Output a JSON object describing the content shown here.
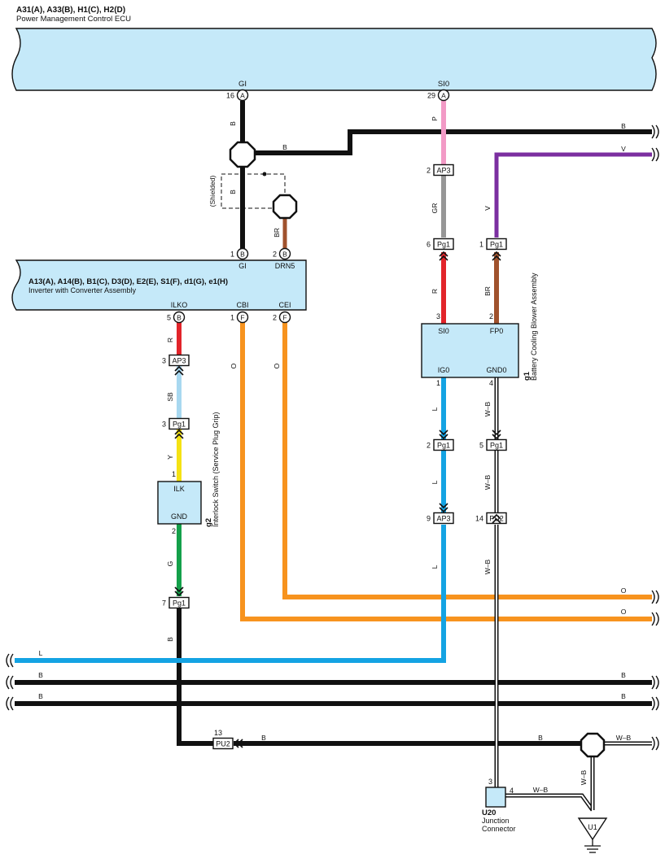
{
  "components": {
    "ecu": {
      "codes": "A31(A), A33(B), H1(C), H2(D)",
      "name": "Power Management Control ECU",
      "pins": {
        "gi": "GI",
        "si0": "SI0"
      }
    },
    "inverter": {
      "codes": "A13(A), A14(B), B1(C), D3(D), E2(E), S1(F), d1(G), e1(H)",
      "name": "Inverter with Converter Assembly",
      "pins": {
        "gi": "GI",
        "drn5": "DRN5",
        "ilko": "ILKO",
        "cbi": "CBI",
        "cei": "CEI"
      }
    },
    "blower": {
      "code": "g1",
      "name": "Battery Cooling Blower Assembly",
      "pins": {
        "si0": "SI0",
        "fp0": "FP0",
        "ig0": "IG0",
        "gnd0": "GND0"
      }
    },
    "interlock": {
      "code": "g2",
      "name": "Interlock Switch (Service Plug Grip)",
      "pins": {
        "ilk": "ILK",
        "gnd": "GND"
      }
    },
    "junction": {
      "code": "U20",
      "name_line1": "Junction",
      "name_line2": "Connector"
    },
    "ground": {
      "code": "U1"
    },
    "shield_label": "(Shielded)"
  },
  "pin_numbers": {
    "ecu_gi": "16",
    "ecu_si0": "29",
    "inv_gi": "1",
    "inv_drn5": "2",
    "inv_ilko": "5",
    "inv_cbi": "1",
    "inv_cei": "2",
    "bl_si0": "3",
    "bl_fp0": "2",
    "bl_ig0": "1",
    "bl_gnd0": "4",
    "ilk": "1",
    "gnd": "2",
    "ju_3": "3",
    "ju_4": "4"
  },
  "connector_letters": {
    "ecu_gi": "A",
    "ecu_si0": "A",
    "inv_gi": "B",
    "inv_drn5": "B",
    "inv_ilko": "B",
    "inv_cbi": "F",
    "inv_cei": "F"
  },
  "connectors": [
    {
      "num": "2",
      "name": "AP3"
    },
    {
      "num": "6",
      "name": "Pg1"
    },
    {
      "num": "1",
      "name": "Pg1"
    },
    {
      "num": "3",
      "name": "AP3"
    },
    {
      "num": "3",
      "name": "Pg1"
    },
    {
      "num": "7",
      "name": "Pg1"
    },
    {
      "num": "2",
      "name": "Pg1"
    },
    {
      "num": "5",
      "name": "Pg1"
    },
    {
      "num": "9",
      "name": "AP3"
    },
    {
      "num": "14",
      "name": "PU2"
    },
    {
      "num": "13",
      "name": "PU2"
    }
  ],
  "wire_labels": {
    "gi_up": "B",
    "gi_shield": "B",
    "h_b": "B",
    "top_b_right": "B",
    "top_v_right": "V",
    "p": "P",
    "gr": "GR",
    "v": "V",
    "br_drn": "BR",
    "r_si0": "R",
    "br_fp0": "BR",
    "r_ilko": "R",
    "sb": "SB",
    "y": "Y",
    "g": "G",
    "b_down": "B",
    "o_cbi": "O",
    "o_cei": "O",
    "o_right1": "O",
    "o_right2": "O",
    "l_1": "L",
    "l_2": "L",
    "l_3": "L",
    "wb_1": "W–B",
    "wb_2": "W–B",
    "wb_3": "W–B",
    "l_left": "L",
    "b_left1": "B",
    "b_left2": "B",
    "b_right1": "B",
    "b_right2": "B",
    "pu2_b1": "B",
    "pu2_b2": "B",
    "wb_right": "W–B",
    "wb_u20": "W–B",
    "wb_u1": "W–B"
  },
  "colors": {
    "ecu_fill": "#c5e9f9",
    "black": "#111111",
    "pink": "#f29ac6",
    "gray": "#969696",
    "violet": "#7b2fa0",
    "brown": "#a0522d",
    "red": "#e2242a",
    "skyblue": "#a8d8f0",
    "yellow": "#f5e214",
    "green": "#14a04a",
    "orange": "#f7931e",
    "blue": "#14a3e3"
  }
}
